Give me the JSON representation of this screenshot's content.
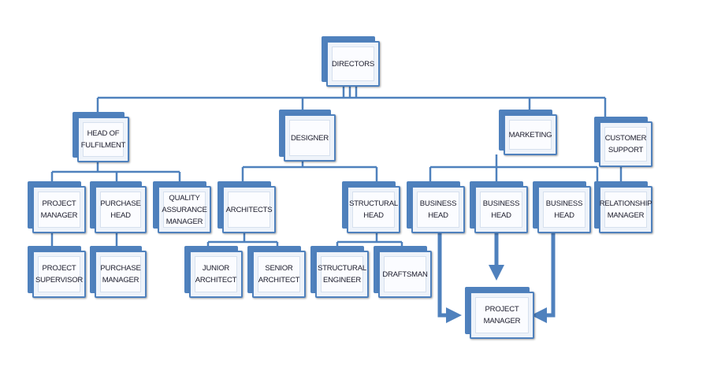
{
  "nodes": {
    "directors": "DIRECTORS",
    "head_of_fulfilment": "HEAD OF\nFULFILMENT",
    "designer": "DESIGNER",
    "marketing": "MARKETING",
    "customer_support": "CUSTOMER\nSUPPORT",
    "project_manager_1": "PROJECT\nMANAGER",
    "purchase_head": "PURCHASE\nHEAD",
    "quality_assurance_manager": "QUALITY\nASSURANCE\nMANAGER",
    "architects": "ARCHITECTS",
    "structural_head": "STRUCTURAL\nHEAD",
    "business_head_1": "BUSINESS\nHEAD",
    "business_head_2": "BUSINESS\nHEAD",
    "business_head_3": "BUSINESS\nHEAD",
    "relationship_manager": "RELATIONSHIP\nMANAGER",
    "project_supervisor": "PROJECT\nSUPERVISOR",
    "purchase_manager": "PURCHASE\nMANAGER",
    "junior_architect": "JUNIOR\nARCHITECT",
    "senior_architect": "SENIOR\nARCHITECT",
    "structural_engineer": "STRUCTURAL\nENGINEER",
    "draftsman": "DRAFTSMAN",
    "project_manager_2": "PROJECT\nMANAGER"
  },
  "colors": {
    "accent": "#4f81bd",
    "box_fill": "#eef3fa"
  }
}
